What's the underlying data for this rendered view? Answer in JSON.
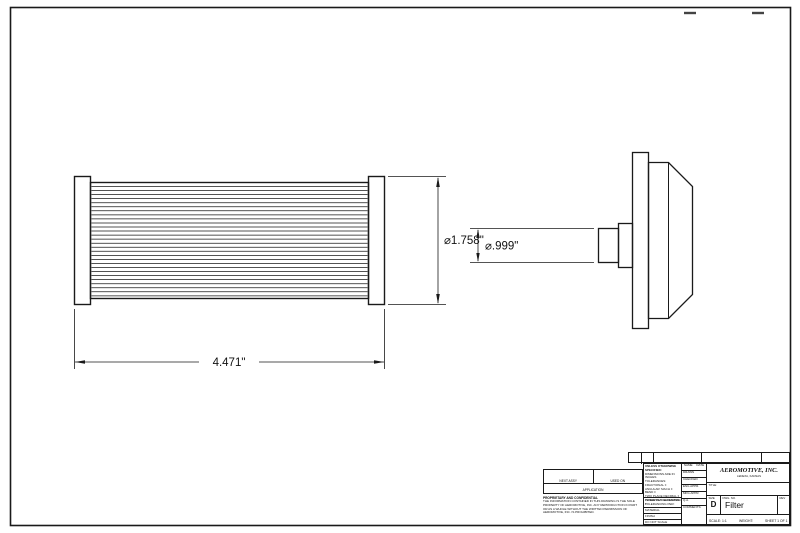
{
  "sheet": {
    "dim_length": "4.471\"",
    "dim_filter_diameter": "⌀1.758\"",
    "dim_port_diameter": "⌀.999\""
  },
  "title_block": {
    "application": {
      "next_assy": "NEXT ASSY",
      "used_on": "USED ON",
      "label": "APPLICATION"
    },
    "proprietary": {
      "heading": "PROPRIETARY AND CONFIDENTIAL",
      "body": "THE INFORMATION CONTAINED IN THIS DRAWING IS THE SOLE PROPERTY OF AEROMOTIVE, INC.  ANY REPRODUCTION IN PART OR AS A WHOLE WITHOUT THE WRITTEN PERMISSION OF AEROMOTIVE, INC. IS PROHIBITED."
    },
    "tolerances": {
      "header": "UNLESS OTHERWISE SPECIFIED:",
      "lines": [
        "DIMENSIONS ARE IN INCHES",
        "TOLERANCES:",
        "FRACTIONAL ±",
        "ANGULAR: MACH ±   BEND ±",
        "TWO PLACE DECIMAL     ±",
        "THREE PLACE DECIMAL   ±"
      ],
      "interpret": "INTERPRET GEOMETRIC TOLERANCING PER:",
      "material": "MATERIAL",
      "finish": "FINISH",
      "do_not_scale": "DO NOT SCALE DRAWING"
    },
    "sign_grid": {
      "name": "NAME",
      "date": "DATE",
      "rows": [
        "DRAWN",
        "CHECKED",
        "ENG APPR.",
        "MFG APPR.",
        "Q.A.",
        "COMMENTS:"
      ]
    },
    "company": "AEROMOTIVE, INC.",
    "company_sub": "LENEXA, KANSAS",
    "title_label": "TITLE:",
    "size_label": "SIZE",
    "size_value": "D",
    "dwg_label": "DWG. NO.",
    "dwg_value": "Filter",
    "rev_label": "REV",
    "scale": "SCALE: 1:1",
    "weight": "WEIGHT:",
    "sheet": "SHEET 1 OF 1"
  }
}
